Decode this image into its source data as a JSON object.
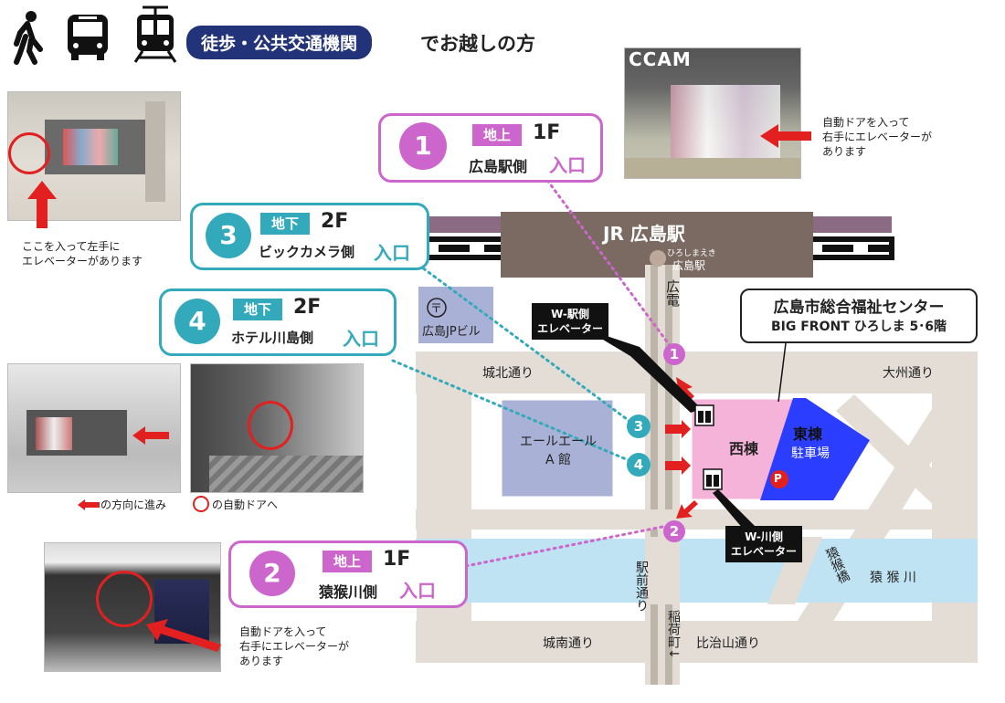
{
  "header": {
    "badge": "徒歩・公共交通機関",
    "subtitle": "でお越しの方",
    "icons": [
      "walking-person-icon",
      "bus-icon",
      "tram-icon"
    ]
  },
  "entrances": [
    {
      "num": "1",
      "floor_tag": "地上",
      "floor": "1F",
      "name": "広島駅側",
      "entry": "入口"
    },
    {
      "num": "2",
      "floor_tag": "地上",
      "floor": "1F",
      "name": "猿猴川側",
      "entry": "入口"
    },
    {
      "num": "3",
      "floor_tag": "地下",
      "floor": "2F",
      "name": "ビックカメラ側",
      "entry": "入口"
    },
    {
      "num": "4",
      "floor_tag": "地下",
      "floor": "2F",
      "name": "ホテル川島側",
      "entry": "入口"
    }
  ],
  "notes": {
    "top_right": [
      "自動ドアを入って",
      "右手にエレベーターが",
      "あります"
    ],
    "left_top": [
      "ここを入って左手に",
      "エレベーターがあります"
    ],
    "bottom_left": [
      "自動ドアを入って",
      "右手にエレベーターが",
      "あります"
    ],
    "legend_arrow": "の方向に進み",
    "legend_circle": "の自動ドアへ"
  },
  "map": {
    "station": "JR 広島駅",
    "station_sign_kana": "ひろしまえき",
    "station_sign": "広島駅",
    "tram_label": "広電",
    "post_building": "広島JPビル",
    "post_mark": "〒",
    "roads": {
      "castle_north": "城北通り",
      "daishu": "大州通り",
      "castle_south": "城南通り",
      "hijiyama": "比治山通り",
      "ekimae": "駅前通り",
      "inarimachi": "稲荷町↓",
      "enkobashi": "猿猴橋",
      "enkogawa": "猿 猴 川"
    },
    "ael_building": [
      "エールエール",
      "A 館"
    ],
    "center_title": "広島市総合福祉センター",
    "center_sub": "BIG FRONT ひろしま 5･6階",
    "west_wing": "西棟",
    "east_wing": "東棟",
    "parking": "駐車場",
    "parking_mark": "P",
    "elevator_w_station": [
      "W-駅側",
      "エレベーター"
    ],
    "elevator_w_river": [
      "W-川側",
      "エレベーター"
    ]
  },
  "photos": {
    "top_right_sign": "CCAM"
  },
  "colors": {
    "pink": "#cc66cc",
    "teal": "#33aabb",
    "navy": "#22337a",
    "road": "#e3ddd5",
    "river": "#bfe3f2",
    "building_pink": "#f5b3d9",
    "east_blue": "#2b3dff",
    "arrow_red": "#e32020"
  }
}
